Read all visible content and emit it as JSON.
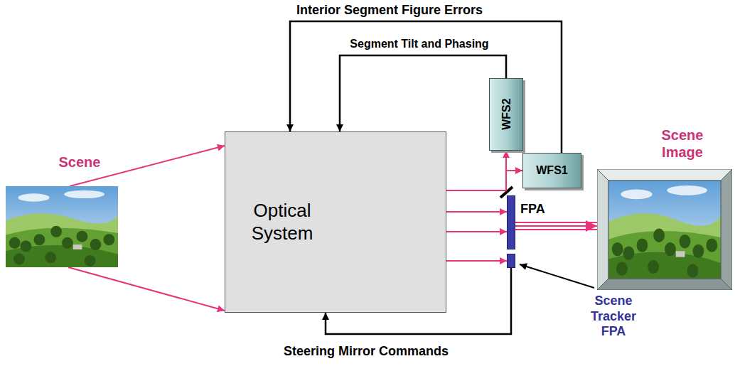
{
  "diagram": {
    "nodes": [
      {
        "text": [
          "Scene"
        ]
      },
      {
        "text": [
          "Optical System"
        ]
      },
      {
        "text": [
          "WFS2"
        ]
      },
      {
        "text": [
          "WFS1"
        ]
      },
      {
        "text": [
          "FPA"
        ]
      },
      {
        "text": [
          "Scene Tracker FPA"
        ]
      },
      {
        "text": [
          "Scene Image"
        ]
      }
    ],
    "edges": [
      {
        "from": 0,
        "to": 1,
        "arrow": "to"
      },
      {
        "from": 0,
        "to": 1,
        "arrow": "to"
      },
      {
        "from": 1,
        "to": 2,
        "arrow": "to"
      },
      {
        "from": 1,
        "to": 3,
        "arrow": "to"
      },
      {
        "from": 1,
        "to": 4,
        "arrow": "to"
      },
      {
        "from": 1,
        "to": 4,
        "arrow": "to"
      },
      {
        "from": 1,
        "to": 5,
        "arrow": "to"
      },
      {
        "from": 4,
        "to": 6,
        "arrow": "to"
      },
      {
        "from": 2,
        "to": 1,
        "label": "Segment Tilt and Phasing",
        "arrow": "to"
      },
      {
        "from": 3,
        "to": 1,
        "label": "Interior Segment Figure Errors",
        "arrow": "to"
      },
      {
        "from": 5,
        "to": 1,
        "label": "Steering Mirror Commands",
        "arrow": "to"
      }
    ]
  }
}
